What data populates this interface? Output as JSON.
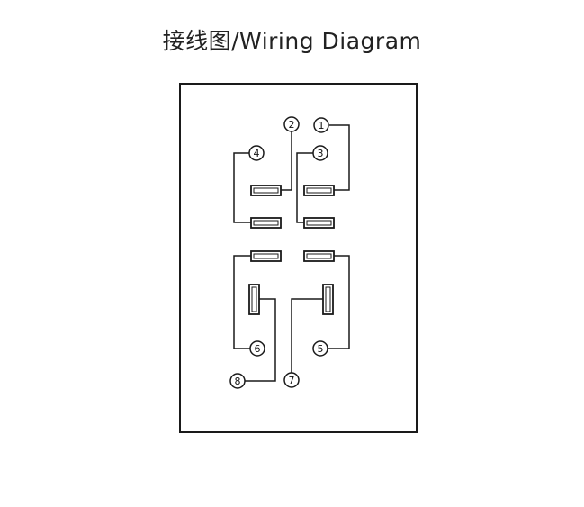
{
  "title": "接线图/Wiring Diagram",
  "colors": {
    "line": "#1a1a1a",
    "background": "#ffffff"
  },
  "pins": [
    {
      "id": "pin-1",
      "label": "1"
    },
    {
      "id": "pin-2",
      "label": "2"
    },
    {
      "id": "pin-3",
      "label": "3"
    },
    {
      "id": "pin-4",
      "label": "4"
    },
    {
      "id": "pin-5",
      "label": "5"
    },
    {
      "id": "pin-6",
      "label": "6"
    },
    {
      "id": "pin-7",
      "label": "7"
    },
    {
      "id": "pin-8",
      "label": "8"
    }
  ]
}
